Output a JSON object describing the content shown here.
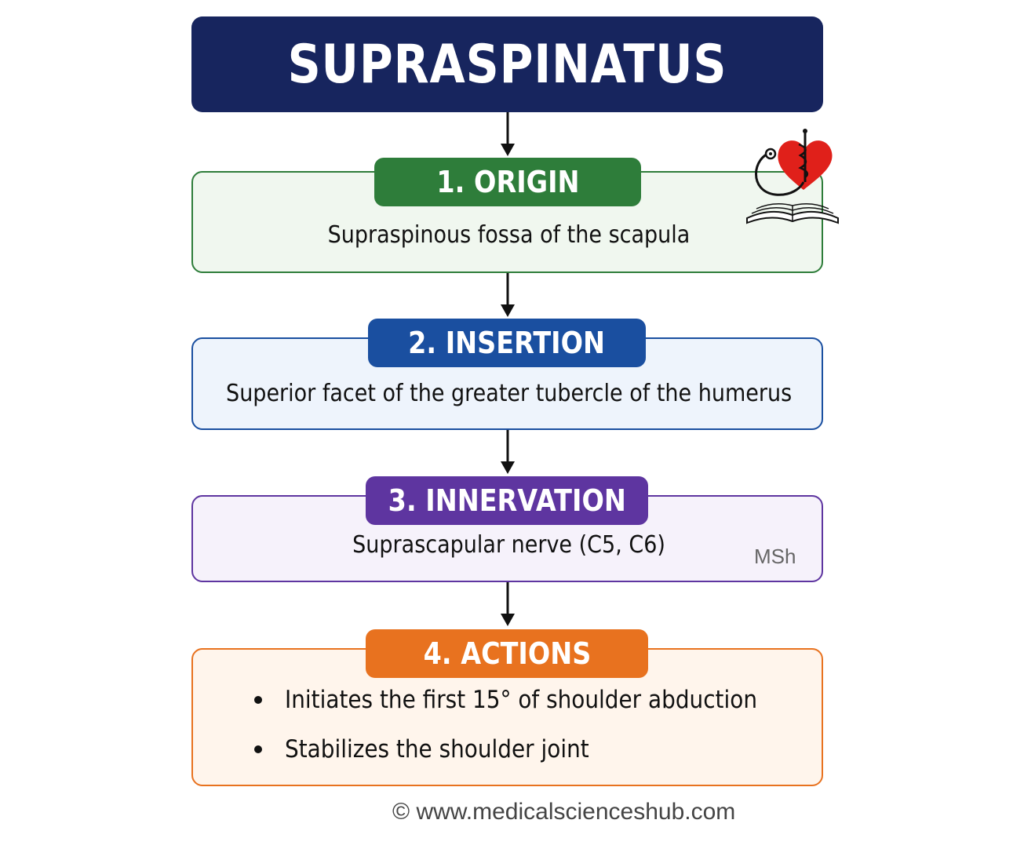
{
  "title": "SUPRASPINATUS",
  "sections": [
    {
      "heading": "1. ORIGIN",
      "text": "Supraspinous fossa of the scapula"
    },
    {
      "heading": "2. INSERTION",
      "text": "Superior facet of the greater tubercle of the humerus"
    },
    {
      "heading": "3. INNERVATION",
      "text": "Suprascapular nerve (C5, C6)"
    },
    {
      "heading": "4. ACTIONS",
      "bullets": [
        "Initiates the first 15° of shoulder abduction",
        "Stabilizes the shoulder joint"
      ]
    }
  ],
  "watermark": "MSh",
  "footer": "© www.medicalscienceshub.com",
  "colors": {
    "title_bg": "#17255e",
    "origin": "#2e7d3a",
    "origin_bg": "#f0f7ef",
    "insertion": "#1a4fa0",
    "insertion_bg": "#eef4fc",
    "innervation": "#5e35a0",
    "innervation_bg": "#f6f2fb",
    "actions": "#e8721f",
    "actions_bg": "#fff5ec",
    "logo_heart": "#e0201a"
  },
  "icons": [
    "heart-caduceus-stethoscope-book-logo",
    "arrow-down-icon"
  ]
}
